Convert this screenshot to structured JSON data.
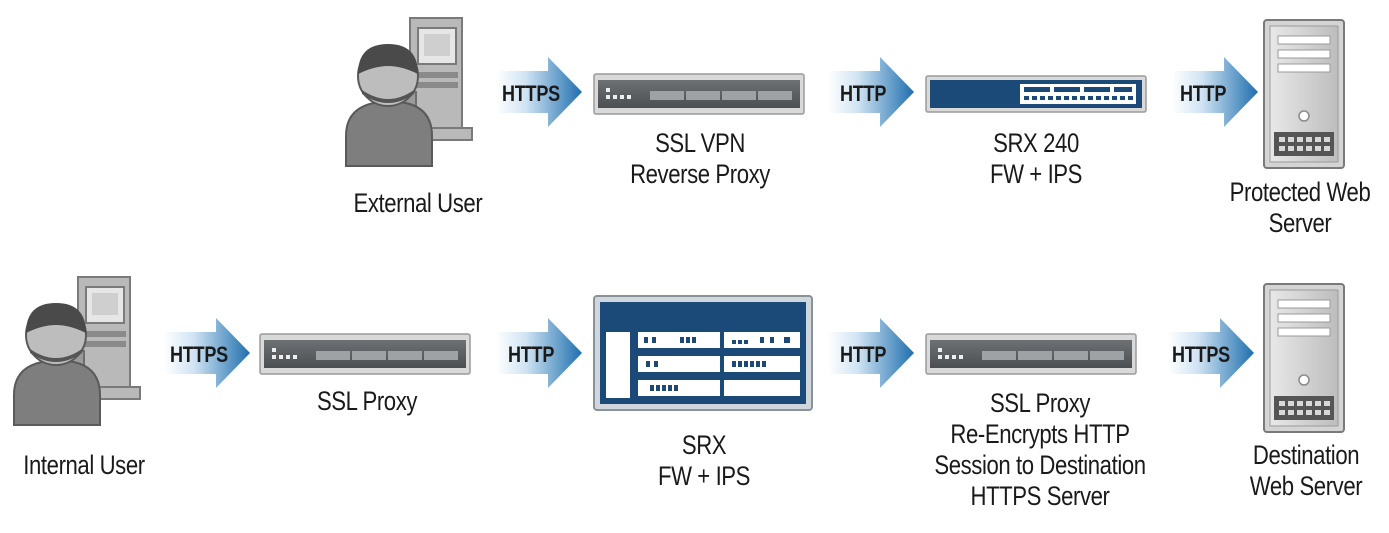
{
  "row1": {
    "nodes": {
      "external_user": [
        "External User"
      ],
      "ssl_vpn": [
        "SSL VPN",
        "Reverse Proxy"
      ],
      "srx240": [
        "SRX 240",
        "FW + IPS"
      ],
      "protected_server": [
        "Protected Web",
        "Server"
      ]
    },
    "links": [
      "HTTPS",
      "HTTP",
      "HTTP"
    ]
  },
  "row2": {
    "nodes": {
      "internal_user": [
        "Internal User"
      ],
      "ssl_proxy": [
        "SSL Proxy"
      ],
      "srx": [
        "SRX",
        "FW + IPS"
      ],
      "ssl_proxy_reencrypt": [
        "SSL Proxy",
        "Re-Encrypts HTTP",
        "Session to Destination",
        "HTTPS Server"
      ],
      "destination_server": [
        "Destination",
        "Web Server"
      ]
    },
    "links": [
      "HTTPS",
      "HTTP",
      "HTTP",
      "HTTPS"
    ]
  },
  "colors": {
    "arrow_start": "#ffffff",
    "arrow_end": "#1f6fae",
    "srx_blue": "#1c4a78",
    "device_gray": "#5f6366",
    "person_gray": "#6e6e6e"
  },
  "icons": [
    "user-computer-icon",
    "rack-device-icon",
    "srx240-device-icon",
    "srx-chassis-icon",
    "server-tower-icon"
  ]
}
